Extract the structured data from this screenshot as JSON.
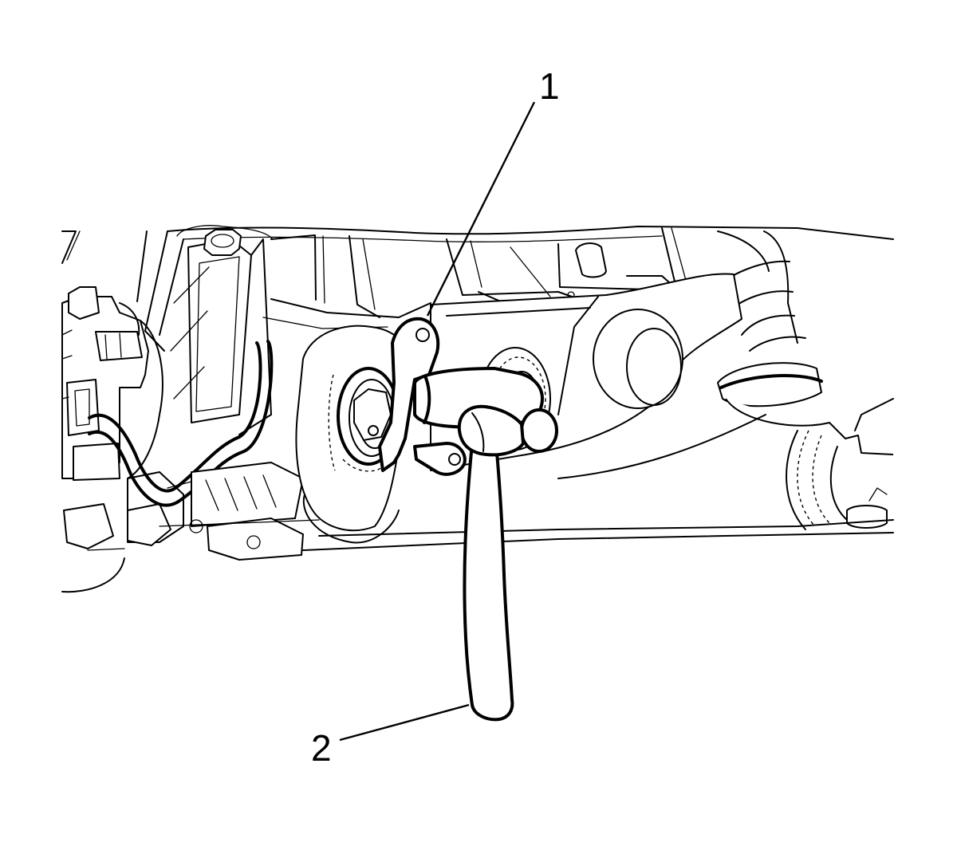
{
  "figure": {
    "callouts": [
      {
        "number": "1",
        "target": "bushing-bracket"
      },
      {
        "number": "2",
        "target": "hammer"
      }
    ]
  }
}
